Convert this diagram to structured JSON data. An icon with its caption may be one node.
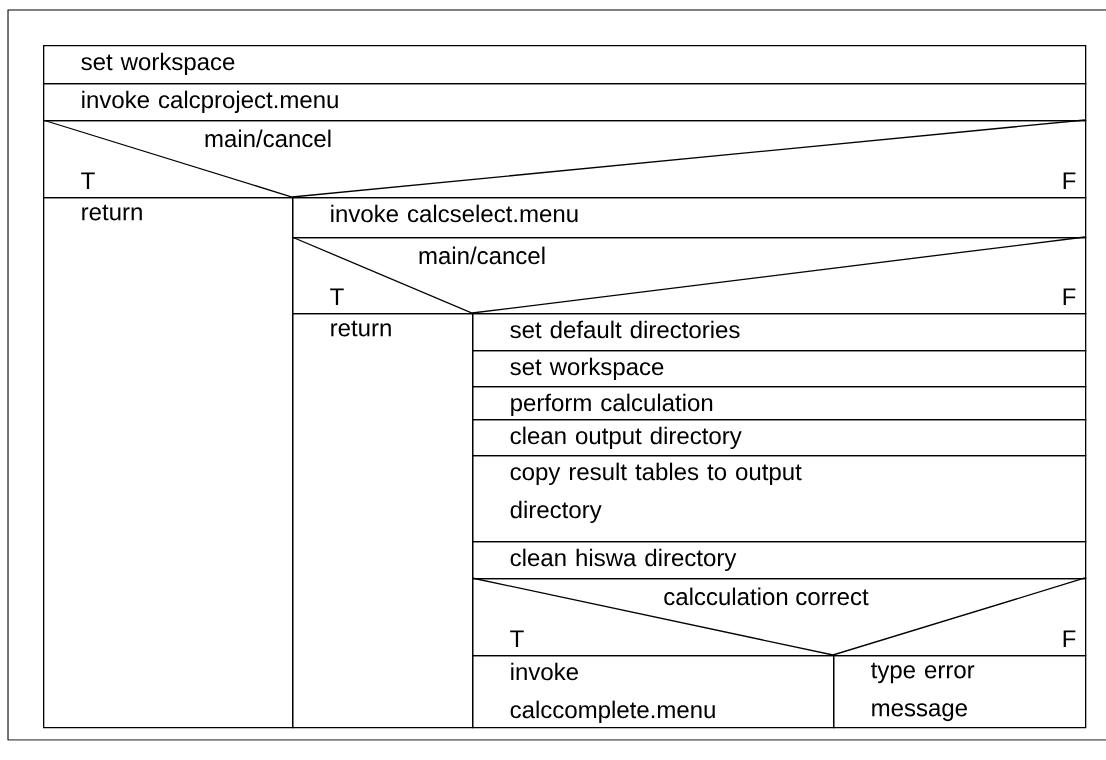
{
  "diagram": {
    "nodes": [
      {
        "text": [
          "set workspace"
        ]
      },
      {
        "text": [
          "invoke calcproject.menu"
        ]
      },
      {
        "text": [
          "main/cancel",
          "T",
          "F"
        ]
      },
      {
        "text": [
          "return"
        ]
      },
      {
        "text": [
          "invoke calcselect.menu"
        ]
      },
      {
        "text": [
          "main/cancel",
          "T",
          "F"
        ]
      },
      {
        "text": [
          "return"
        ]
      },
      {
        "text": [
          "set default directories"
        ]
      },
      {
        "text": [
          "set workspace"
        ]
      },
      {
        "text": [
          "perform calculation"
        ]
      },
      {
        "text": [
          "clean output directory"
        ]
      },
      {
        "text": [
          "copy result tables to output directory"
        ]
      },
      {
        "text": [
          "clean hiswa directory"
        ]
      },
      {
        "text": [
          "calcculation correct",
          "T",
          "F"
        ]
      },
      {
        "text": [
          "invoke calccomplete.menu"
        ]
      },
      {
        "text": [
          "type error message"
        ]
      }
    ]
  }
}
